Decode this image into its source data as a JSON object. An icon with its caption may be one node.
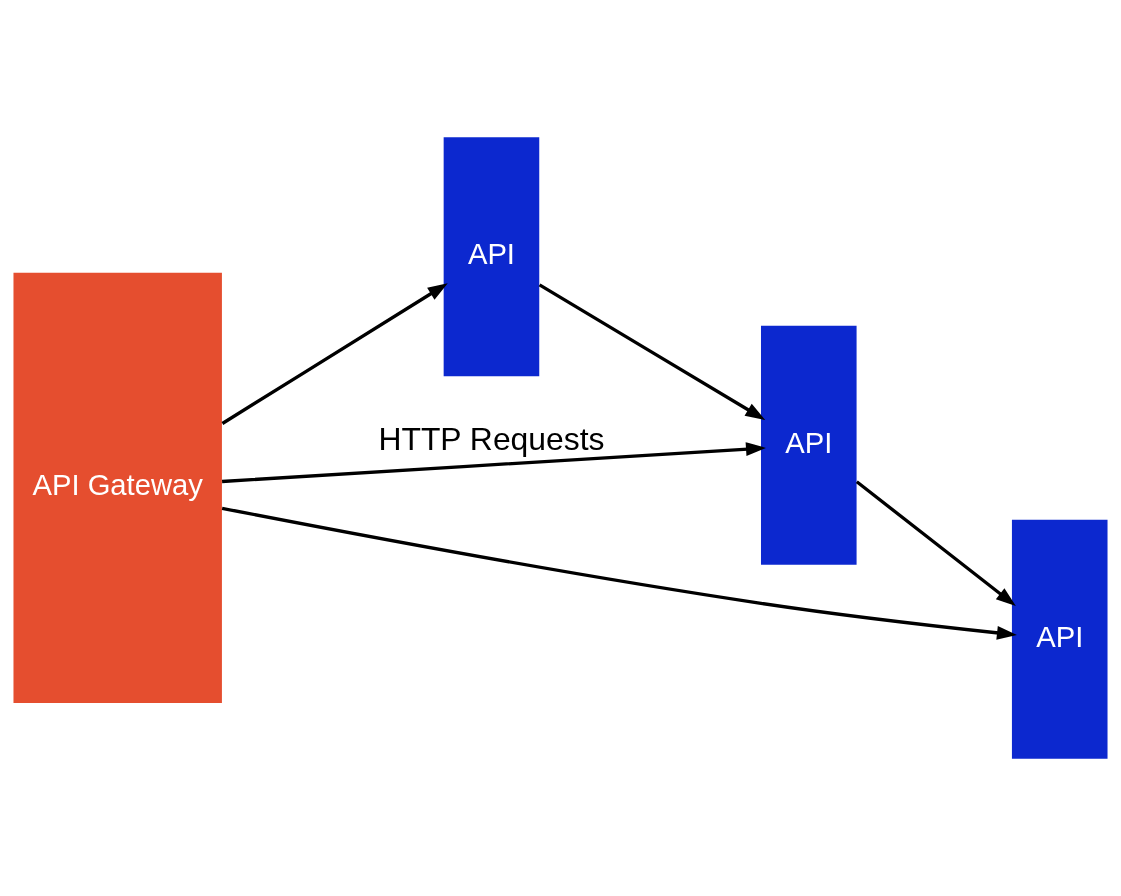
{
  "diagram": {
    "nodes": [
      {
        "text": [
          "API Gateway"
        ]
      },
      {
        "text": [
          "API"
        ]
      },
      {
        "text": [
          "API"
        ]
      },
      {
        "text": [
          "API"
        ]
      }
    ],
    "edges": [
      {
        "from": 0,
        "to": 1,
        "arrow": "to"
      },
      {
        "from": 1,
        "to": 2,
        "arrow": "to"
      },
      {
        "from": 0,
        "to": 2,
        "arrow": "to",
        "label": "HTTP Requests"
      },
      {
        "from": 0,
        "to": 3,
        "arrow": "to"
      },
      {
        "from": 2,
        "to": 3,
        "arrow": "to"
      }
    ]
  }
}
